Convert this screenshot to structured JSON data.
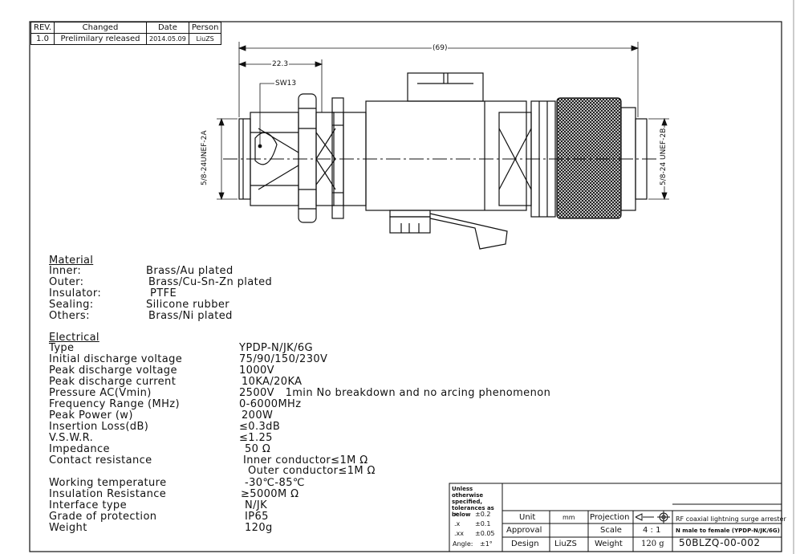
{
  "revision_table": {
    "headers": [
      "REV.",
      "Changed",
      "Date",
      "Person"
    ],
    "row": {
      "rev": "1.0",
      "changed": "Prelimilary released",
      "date": "2014.05.09",
      "person": "LiuZS"
    }
  },
  "dimensions": {
    "overall_length": "(69)",
    "nut_offset": "22.3",
    "wrench_size": "SW13",
    "left_thread": "5/8-24UNEF-2A",
    "right_thread": "5/8-24 UNEF-2B"
  },
  "material": {
    "title": "Material",
    "rows": [
      {
        "label": "Inner:",
        "value": "Brass/Au plated"
      },
      {
        "label": "Outer:",
        "value": "Brass/Cu-Sn-Zn plated"
      },
      {
        "label": "Insulator:",
        "value": "PTFE"
      },
      {
        "label": "Sealing:",
        "value": "Silicone rubber"
      },
      {
        "label": "Others:",
        "value": "Brass/Ni plated"
      }
    ]
  },
  "electrical": {
    "title": "Electrical",
    "rows": [
      {
        "label": "Type",
        "value": "YPDP-N/JK/6G"
      },
      {
        "label": "Initial discharge voltage",
        "value": "75/90/150/230V"
      },
      {
        "label": "Peak discharge voltage",
        "value": "1000V"
      },
      {
        "label": "Peak discharge current",
        "value": "10KA/20KA"
      },
      {
        "label": "Pressure AC(Vmin)",
        "value": "2500V   1min No breakdown and no arcing phenomenon"
      },
      {
        "label": "Frequency Range (MHz)",
        "value": "0-6000MHz"
      },
      {
        "label": "Peak Power (w)",
        "value": "200W"
      },
      {
        "label": "Insertion Loss(dB)",
        "value": "≤0.3dB"
      },
      {
        "label": "V.S.W.R.",
        "value": "≤1.25"
      },
      {
        "label": "Impedance",
        "value": "50 Ω"
      },
      {
        "label": "Contact resistance",
        "value": "Inner conductor≤1M Ω"
      },
      {
        "label": "",
        "value": "Outer conductor≤1M Ω"
      },
      {
        "label": "Working temperature",
        "value": "-30℃-85℃"
      },
      {
        "label": "Insulation Resistance",
        "value": "≥5000M Ω"
      },
      {
        "label": "Interface type",
        "value": "N/JK"
      },
      {
        "label": "Grade of protection",
        "value": "IP65"
      },
      {
        "label": "Weight",
        "value": "120g"
      }
    ]
  },
  "title_block": {
    "tolerance_note": "Unless otherwise specified, tolerances as below",
    "tolerances": [
      {
        "label": "x",
        "value": "±0.2"
      },
      {
        "label": ".x",
        "value": "±0.1"
      },
      {
        "label": ".xx",
        "value": "±0.05"
      },
      {
        "label": "Angle:",
        "value": "±1°"
      }
    ],
    "unit_label": "Unit",
    "unit_value": "mm",
    "projection_label": "Projection",
    "approval_label": "Approval",
    "scale_label": "Scale",
    "scale_value": "4 : 1",
    "design_label": "Design",
    "design_value": "LiuZS",
    "weight_label": "Weight",
    "weight_value": "120 g",
    "product_name": "RF coaxial lightning surge arrester",
    "product_desc": "N male to female (YPDP-N/JK/6G)",
    "drawing_number": "50BLZQ-00-002"
  }
}
